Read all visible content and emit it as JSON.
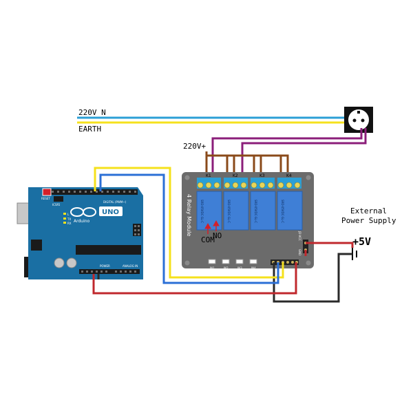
{
  "mains": {
    "live_label": "220V N",
    "earth_label": "EARTH",
    "relay_input_label": "220V+"
  },
  "power": {
    "external_line1": "External",
    "external_line2": "Power Supply",
    "voltage_label": "+5V"
  },
  "relay_module": {
    "title": "4 Relay Module",
    "channels": [
      "K1",
      "K2",
      "K3",
      "K4"
    ],
    "relay_part": "SRD-05VDC-SL-C",
    "pin_com": "COM",
    "pin_no": "NO",
    "input_pins": [
      "IN1",
      "IN2",
      "IN3",
      "IN4"
    ],
    "header_labels": [
      "GND",
      "IN1",
      "IN2",
      "IN3",
      "IN4",
      "VCC"
    ],
    "jd_labels": [
      "JD-VCC",
      "GND"
    ]
  },
  "arduino": {
    "logo": "UNO",
    "brand": "Arduino",
    "reset_label": "RESET",
    "icsp_label": "ICSP2",
    "digital_label": "DIGITAL (PWM~)",
    "power_label": "POWER",
    "analog_label": "ANALOG IN",
    "led_labels": [
      "L",
      "TX",
      "RX"
    ]
  },
  "colors": {
    "live": "#2b9fd6",
    "earth": "#f5e11c",
    "relay_wire": "#8a4a1a",
    "socket_wire": "#8b1e7a",
    "vcc_wire": "#c0282d",
    "gnd_wire": "#2a2a2a",
    "arduino_board": "#1a6fa3",
    "relay_board": "#6b6b6b",
    "relay_body": "#3f7fd6"
  }
}
